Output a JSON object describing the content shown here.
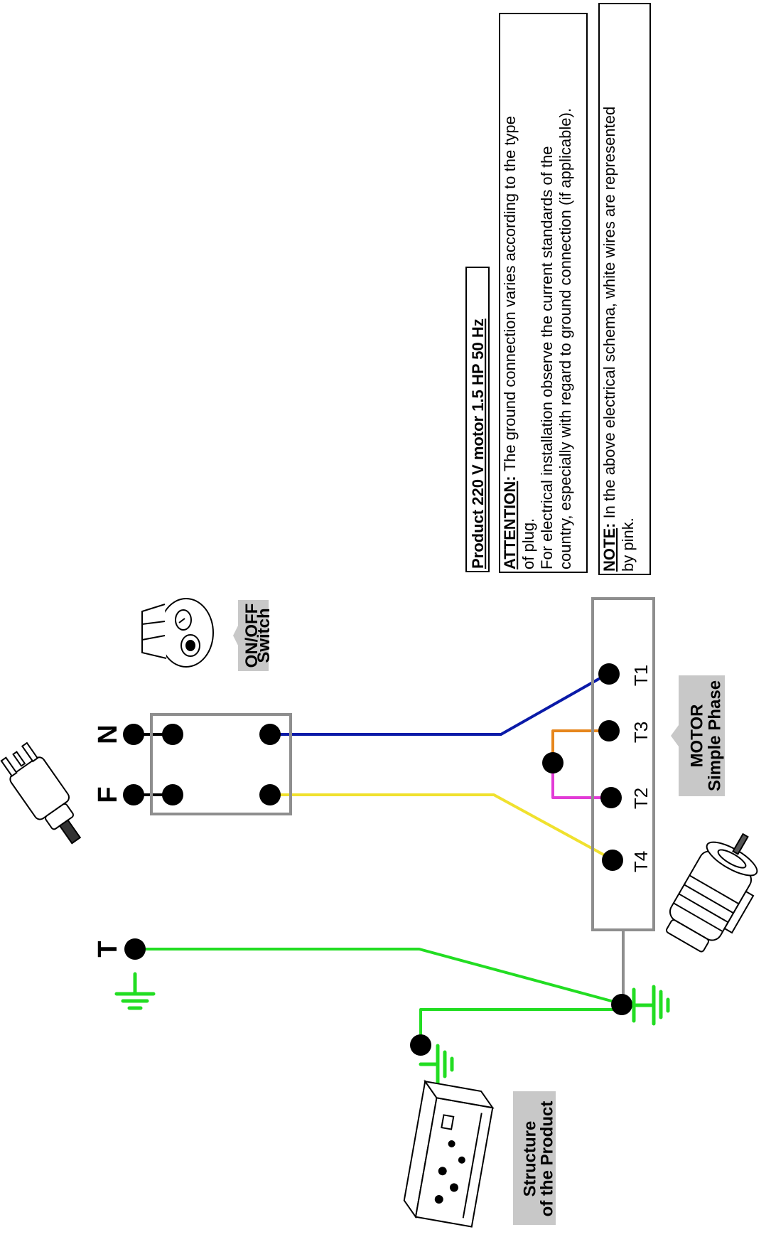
{
  "colors": {
    "ground": "#22dd22",
    "neutral_wire": "#0a1aa8",
    "phase_wire": "#f0e12e",
    "orange_wire": "#e6861c",
    "pink_wire": "#e23bd6",
    "box_border": "#8e8e8e",
    "callout_bg": "#c8c8c8",
    "node": "#000000"
  },
  "notes": {
    "title": "Product 220 V motor 1.5 HP 50 Hz",
    "attention_label": "ATTENTION",
    "attention_line1": "The ground connection varies according to the type",
    "attention_line2": "of plug.",
    "attention_line3": "For electrical installation observe the current standards of the",
    "attention_line4": "country, especially with regard to ground connection (if applicable).",
    "note_label": "NOTE",
    "note_line1": "In the above  electrical schema, white wires are represented",
    "note_line2": "by pink."
  },
  "plug": {
    "icon": "plug-icon",
    "terminal_n": "N",
    "terminal_f": "F",
    "terminal_t": "T"
  },
  "switch": {
    "icon": "switch-icon",
    "label_line1": "ON/OFF",
    "label_line2": "Switch"
  },
  "motor": {
    "icon": "motor-icon",
    "label_line1": "MOTOR",
    "label_line2": "Simple Phase",
    "terminals": [
      "T1",
      "T3",
      "T2",
      "T4"
    ]
  },
  "structure": {
    "icon": "cabinet-icon",
    "label_line1": "Structure",
    "label_line2": "of the Product"
  }
}
